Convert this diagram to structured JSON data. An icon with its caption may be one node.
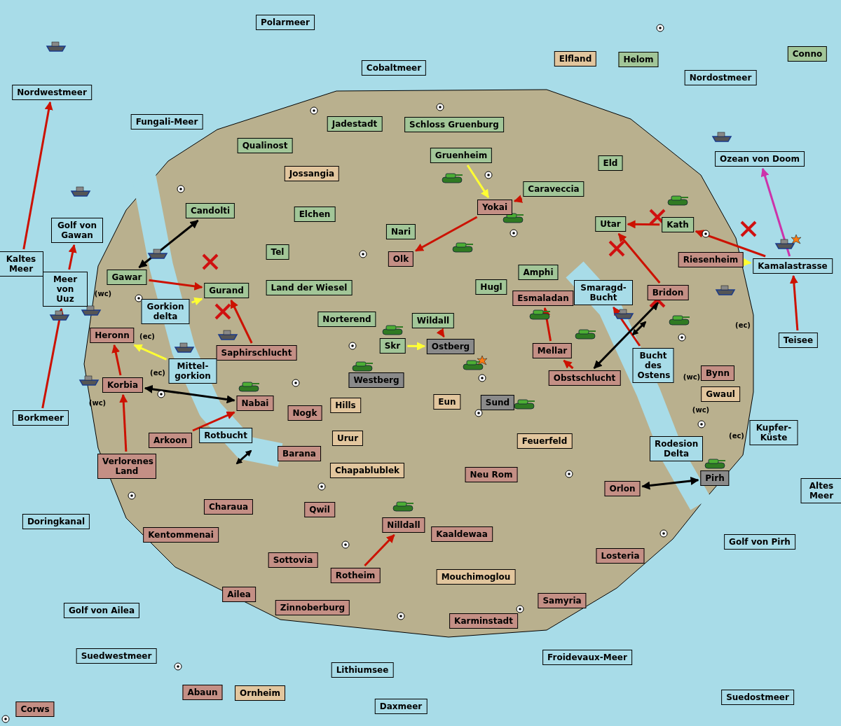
{
  "diagram": {
    "nodes": [
      {
        "text": [
          "Polarmeer"
        ]
      },
      {
        "text": [
          "Conno"
        ]
      },
      {
        "text": [
          "Elfland"
        ]
      },
      {
        "text": [
          "Helom"
        ]
      },
      {
        "text": [
          "Cobaltmeer"
        ]
      },
      {
        "text": [
          "Nordostmeer"
        ]
      },
      {
        "text": [
          "Nordwestmeer"
        ]
      },
      {
        "text": [
          "Fungali-Meer"
        ]
      },
      {
        "text": [
          "Jadestadt"
        ]
      },
      {
        "text": [
          "Schloss Gruenburg"
        ]
      },
      {
        "text": [
          "Qualinost"
        ]
      },
      {
        "text": [
          "Gruenheim"
        ]
      },
      {
        "text": [
          "Ozean von Doom"
        ]
      },
      {
        "text": [
          "Eld"
        ]
      },
      {
        "text": [
          "Jossangia"
        ]
      },
      {
        "text": [
          "Caraveccia"
        ]
      },
      {
        "text": [
          "Yokai"
        ]
      },
      {
        "text": [
          "Candolti"
        ]
      },
      {
        "text": [
          "Elchen"
        ]
      },
      {
        "text": [
          "Utar"
        ]
      },
      {
        "text": [
          "Kath"
        ]
      },
      {
        "text": [
          "Golf von Gawan"
        ]
      },
      {
        "text": [
          "Nari"
        ]
      },
      {
        "text": [
          "Tel"
        ]
      },
      {
        "text": [
          "Olk"
        ]
      },
      {
        "text": [
          "Riesenheim"
        ]
      },
      {
        "text": [
          "Kaltes Meer"
        ]
      },
      {
        "text": [
          "Kamalastrasse"
        ]
      },
      {
        "text": [
          "Amphi"
        ]
      },
      {
        "text": [
          "Gawar"
        ]
      },
      {
        "text": [
          "Gorkion delta"
        ]
      },
      {
        "text": [
          "Hugl"
        ]
      },
      {
        "text": [
          "Land der Wiesel"
        ]
      },
      {
        "text": [
          "Meer von Uuz"
        ]
      },
      {
        "text": [
          "Gurand"
        ]
      },
      {
        "text": [
          "Smaragd-Bucht"
        ]
      },
      {
        "text": [
          "Bridon"
        ]
      },
      {
        "text": [
          "Esmaladan"
        ]
      },
      {
        "text": [
          "Norterend"
        ]
      },
      {
        "text": [
          "Wildall"
        ]
      },
      {
        "text": [
          "Heronn"
        ]
      },
      {
        "text": [
          "Teisee"
        ]
      },
      {
        "text": [
          "Skr"
        ]
      },
      {
        "text": [
          "Ostberg"
        ]
      },
      {
        "text": [
          "Mellar"
        ]
      },
      {
        "text": [
          "Saphirschlucht"
        ]
      },
      {
        "text": [
          "Mittel-gorkion"
        ]
      },
      {
        "text": [
          "Bucht des Ostens"
        ]
      },
      {
        "text": [
          "Bynn"
        ]
      },
      {
        "text": [
          "Obstschlucht"
        ]
      },
      {
        "text": [
          "Westberg"
        ]
      },
      {
        "text": [
          "Korbia"
        ]
      },
      {
        "text": [
          "Gwaul"
        ]
      },
      {
        "text": [
          "Eun"
        ]
      },
      {
        "text": [
          "Nabai"
        ]
      },
      {
        "text": [
          "Sund"
        ]
      },
      {
        "text": [
          "Hills"
        ]
      },
      {
        "text": [
          "Nogk"
        ]
      },
      {
        "text": [
          "Borkmeer"
        ]
      },
      {
        "text": [
          "Kupfer-Küste"
        ]
      },
      {
        "text": [
          "Urur"
        ]
      },
      {
        "text": [
          "Arkoon"
        ]
      },
      {
        "text": [
          "Rotbucht"
        ]
      },
      {
        "text": [
          "Feuerfeld"
        ]
      },
      {
        "text": [
          "Rodesion Delta"
        ]
      },
      {
        "text": [
          "Barana"
        ]
      },
      {
        "text": [
          "Verlorenes Land"
        ]
      },
      {
        "text": [
          "Chapablublek"
        ]
      },
      {
        "text": [
          "Neu Rom"
        ]
      },
      {
        "text": [
          "Pirh"
        ]
      },
      {
        "text": [
          "Orlon"
        ]
      },
      {
        "text": [
          "Altes Meer"
        ]
      },
      {
        "text": [
          "Charaua"
        ]
      },
      {
        "text": [
          "Qwil"
        ]
      },
      {
        "text": [
          "Doringkanal"
        ]
      },
      {
        "text": [
          "Nilldall"
        ]
      },
      {
        "text": [
          "Kaaldewaa"
        ]
      },
      {
        "text": [
          "Kentommenai"
        ]
      },
      {
        "text": [
          "Golf von Pirh"
        ]
      },
      {
        "text": [
          "Losteria"
        ]
      },
      {
        "text": [
          "Sottovia"
        ]
      },
      {
        "text": [
          "Rotheim"
        ]
      },
      {
        "text": [
          "Mouchimoglou"
        ]
      },
      {
        "text": [
          "Ailea"
        ]
      },
      {
        "text": [
          "Samyria"
        ]
      },
      {
        "text": [
          "Zinnoberburg"
        ]
      },
      {
        "text": [
          "Golf von Ailea"
        ]
      },
      {
        "text": [
          "Karminstadt"
        ]
      },
      {
        "text": [
          "Suedwestmeer"
        ]
      },
      {
        "text": [
          "Froidevaux-Meer"
        ]
      },
      {
        "text": [
          "Lithiumsee"
        ]
      },
      {
        "text": [
          "Abaun"
        ]
      },
      {
        "text": [
          "Ornheim"
        ]
      },
      {
        "text": [
          "Suedostmeer"
        ]
      },
      {
        "text": [
          "Daxmeer"
        ]
      },
      {
        "text": [
          "Corws"
        ]
      }
    ],
    "edges": [
      {
        "from": 26,
        "to": 6,
        "arrow": "to"
      },
      {
        "from": 33,
        "to": 21,
        "arrow": "to"
      },
      {
        "from": 58,
        "to": 33,
        "arrow": "to"
      },
      {
        "from": 51,
        "to": 40,
        "arrow": "to"
      },
      {
        "from": 66,
        "to": 51,
        "arrow": "to"
      },
      {
        "from": 61,
        "to": 54,
        "arrow": "to"
      },
      {
        "from": 29,
        "to": 34,
        "arrow": "to"
      },
      {
        "from": 30,
        "to": 34,
        "arrow": "to",
        "color": "#ffff33"
      },
      {
        "from": 45,
        "to": 34,
        "arrow": "to"
      },
      {
        "from": 46,
        "to": 40,
        "arrow": "to",
        "color": "#ffff33"
      },
      {
        "from": 11,
        "to": 16,
        "arrow": "to",
        "color": "#ffff33"
      },
      {
        "from": 15,
        "to": 16,
        "arrow": "to"
      },
      {
        "from": 16,
        "to": 24,
        "arrow": "to"
      },
      {
        "from": 42,
        "to": 43,
        "arrow": "to",
        "color": "#ffff33"
      },
      {
        "from": 39,
        "to": 43,
        "arrow": "to"
      },
      {
        "from": 49,
        "to": 44,
        "arrow": "to"
      },
      {
        "from": 44,
        "to": 37,
        "arrow": "to"
      },
      {
        "from": 47,
        "to": 35,
        "arrow": "to"
      },
      {
        "from": 36,
        "to": 19,
        "arrow": "to"
      },
      {
        "from": 20,
        "to": 19,
        "arrow": "to"
      },
      {
        "from": 27,
        "to": 20,
        "arrow": "to"
      },
      {
        "from": 41,
        "to": 27,
        "arrow": "to"
      },
      {
        "from": 25,
        "to": 27,
        "arrow": "to",
        "color": "#ffff33"
      },
      {
        "from": 27,
        "to": 12,
        "arrow": "to",
        "color": "#cc33aa"
      },
      {
        "from": 81,
        "to": 75,
        "arrow": "to"
      },
      {
        "from": 29,
        "to": 17,
        "arrow": "both",
        "color": "#000000"
      },
      {
        "from": 51,
        "to": 54,
        "arrow": "both",
        "color": "#000000"
      },
      {
        "from": 49,
        "to": 36,
        "arrow": "both",
        "color": "#000000"
      },
      {
        "from": 70,
        "to": 69,
        "arrow": "both",
        "color": "#000000"
      }
    ],
    "labels": [
      "(wc)",
      "(ec)",
      "(ec)",
      "(ec)",
      "(wc)",
      "(wc)",
      "(wc)",
      "(ec)"
    ]
  }
}
